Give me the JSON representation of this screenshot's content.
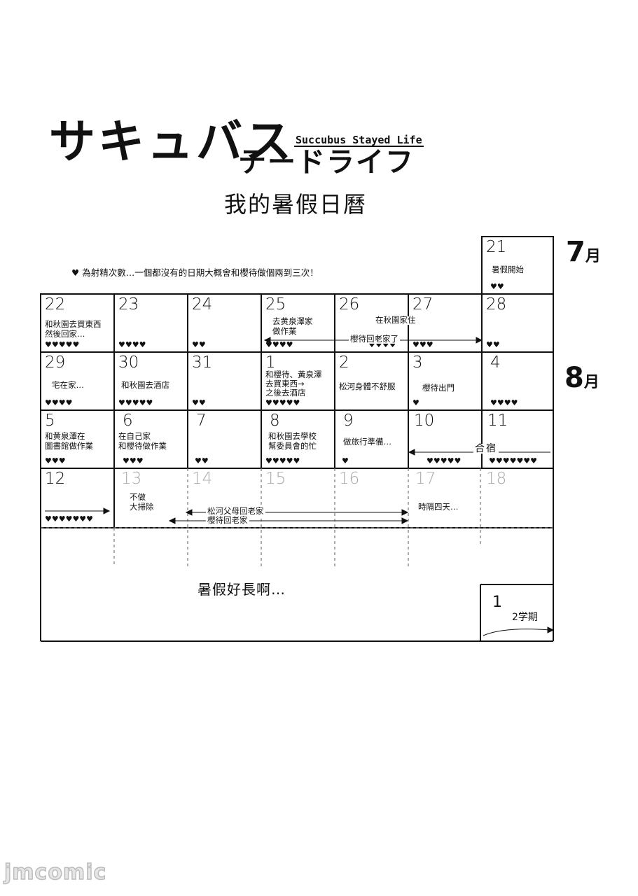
{
  "logo": {
    "line1": "サキュバス",
    "line2": "テードライフ",
    "english": "Succubus Stayed Life"
  },
  "title": "我的暑假日曆",
  "legend": {
    "icon": "heart-icon",
    "text": "為射精次數…一個都沒有的日期大概會和櫻待做個兩到三次！"
  },
  "months": {
    "july": {
      "num": "7",
      "unit": "月"
    },
    "august": {
      "num": "8",
      "unit": "月"
    }
  },
  "day21": {
    "num": "21",
    "note": "暑假開始",
    "hearts": "♥♥"
  },
  "weeks": [
    [
      {
        "num": "22",
        "note": "和秋園去買東西\n然後回家…",
        "hearts": "♥♥♥♥♥"
      },
      {
        "num": "23",
        "note": "",
        "hearts": "♥♥♥♥"
      },
      {
        "num": "24",
        "note": "",
        "hearts": "♥♥"
      },
      {
        "num": "25",
        "note": "去黄泉澤家\n做作業",
        "hearts": "♥♥♥♥"
      },
      {
        "num": "26",
        "note": "",
        "hearts": "♥♥♥♥"
      },
      {
        "num": "27",
        "note": "",
        "hearts": "♥♥♥"
      },
      {
        "num": "28",
        "note": "",
        "hearts": "♥♥"
      }
    ],
    [
      {
        "num": "29",
        "note": "宅在家…",
        "hearts": "♥♥♥♥"
      },
      {
        "num": "30",
        "note": "和秋園去酒店",
        "hearts": "♥♥♥♥♥"
      },
      {
        "num": "31",
        "note": "",
        "hearts": "♥♥"
      },
      {
        "num": "1",
        "note": "和櫻待、黃泉澤\n去買東西→\n之後去酒店",
        "hearts": "♥♥♥♥♥"
      },
      {
        "num": "2",
        "note": "松河身體不舒服",
        "hearts": ""
      },
      {
        "num": "3",
        "note": "櫻待出門",
        "hearts": "♥"
      },
      {
        "num": "4",
        "note": "",
        "hearts": "♥♥♥♥"
      }
    ],
    [
      {
        "num": "5",
        "note": "和黄泉澤在\n圖書館做作業",
        "hearts": "♥♥♥"
      },
      {
        "num": "6",
        "note": "在自己家\n和櫻待做作業",
        "hearts": "♥♥♥"
      },
      {
        "num": "7",
        "note": "",
        "hearts": "♥♥"
      },
      {
        "num": "8",
        "note": "和秋園去學校\n幫委員會的忙",
        "hearts": "♥♥♥♥♥"
      },
      {
        "num": "9",
        "note": "做旅行準備…",
        "hearts": "♥"
      },
      {
        "num": "10",
        "note": "",
        "hearts": "♥♥♥♥♥"
      },
      {
        "num": "11",
        "note": "",
        "hearts": "♥♥♥♥♥♥♥"
      }
    ],
    [
      {
        "num": "12",
        "note": "",
        "hearts": "♥♥♥♥♥♥♥"
      },
      {
        "num": "13",
        "note": "不做\n大掃除",
        "hearts": ""
      },
      {
        "num": "14",
        "note": "",
        "hearts": ""
      },
      {
        "num": "15",
        "note": "",
        "hearts": ""
      },
      {
        "num": "16",
        "note": "",
        "hearts": ""
      },
      {
        "num": "17",
        "note": "時隔四天…",
        "hearts": ""
      },
      {
        "num": "18",
        "note": "",
        "hearts": ""
      }
    ]
  ],
  "spans": {
    "autumn_home": "在秋園家住",
    "sakura_home": "櫻待回老家了",
    "camp": "合宿",
    "matsukawa_home": "松河父母回老家",
    "sakura_home2": "櫻待回老家"
  },
  "bottom_text": "暑假好長啊…",
  "semester": {
    "num": "1",
    "label": "2学期"
  },
  "watermark": "jmcomic"
}
